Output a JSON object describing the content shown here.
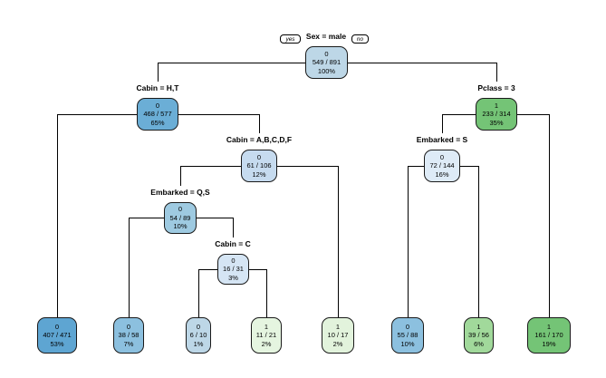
{
  "diagram": {
    "type": "decision-tree",
    "dataset_hint": "Titanic survival rpart tree",
    "edge_labels": {
      "yes": "yes",
      "no": "no"
    }
  },
  "nodes": [
    {
      "id": "root",
      "split": "Sex = male",
      "class": "0",
      "count": "549 / 891",
      "pct": "100%",
      "color": "#BDD7E7"
    },
    {
      "id": "cabin-ht",
      "split": "Cabin = H,T",
      "class": "0",
      "count": "468 / 577",
      "pct": "65%",
      "color": "#6BAED6"
    },
    {
      "id": "pclass-3",
      "split": "Pclass = 3",
      "class": "1",
      "count": "233 / 314",
      "pct": "35%",
      "color": "#74C476"
    },
    {
      "id": "cabin-abcdf",
      "split": "Cabin = A,B,C,D,F",
      "class": "0",
      "count": "61 / 106",
      "pct": "12%",
      "color": "#C6DBEF"
    },
    {
      "id": "embarked-s",
      "split": "Embarked = S",
      "class": "0",
      "count": "72 / 144",
      "pct": "16%",
      "color": "#DEEBF7"
    },
    {
      "id": "embarked-qs",
      "split": "Embarked = Q,S",
      "class": "0",
      "count": "54 / 89",
      "pct": "10%",
      "color": "#9ECAE1"
    },
    {
      "id": "cabin-c",
      "split": "Cabin = C",
      "class": "0",
      "count": "16 / 31",
      "pct": "3%",
      "color": "#D5E5F4"
    },
    {
      "id": "leaf-1",
      "split": null,
      "class": "0",
      "count": "407 / 471",
      "pct": "53%",
      "color": "#5EA5D2"
    },
    {
      "id": "leaf-2",
      "split": null,
      "class": "0",
      "count": "38 / 58",
      "pct": "7%",
      "color": "#8CC0DF"
    },
    {
      "id": "leaf-3",
      "split": null,
      "class": "0",
      "count": "6 / 10",
      "pct": "1%",
      "color": "#BDD7E7"
    },
    {
      "id": "leaf-4",
      "split": null,
      "class": "1",
      "count": "11 / 21",
      "pct": "2%",
      "color": "#E5F5E0"
    },
    {
      "id": "leaf-5",
      "split": null,
      "class": "1",
      "count": "10 / 17",
      "pct": "2%",
      "color": "#E2F3DC"
    },
    {
      "id": "leaf-6",
      "split": null,
      "class": "0",
      "count": "55 / 88",
      "pct": "10%",
      "color": "#8CC0DF"
    },
    {
      "id": "leaf-7",
      "split": null,
      "class": "1",
      "count": "39 / 56",
      "pct": "6%",
      "color": "#A1D99B"
    },
    {
      "id": "leaf-8",
      "split": null,
      "class": "1",
      "count": "161 / 170",
      "pct": "19%",
      "color": "#74C476"
    }
  ],
  "edges": [
    {
      "from": "root",
      "to": "cabin-ht",
      "branch": "yes"
    },
    {
      "from": "root",
      "to": "pclass-3",
      "branch": "no"
    },
    {
      "from": "cabin-ht",
      "to": "leaf-1",
      "branch": "yes"
    },
    {
      "from": "cabin-ht",
      "to": "cabin-abcdf",
      "branch": "no"
    },
    {
      "from": "cabin-abcdf",
      "to": "embarked-qs",
      "branch": "yes"
    },
    {
      "from": "cabin-abcdf",
      "to": "leaf-5",
      "branch": "no"
    },
    {
      "from": "embarked-qs",
      "to": "leaf-2",
      "branch": "yes"
    },
    {
      "from": "embarked-qs",
      "to": "cabin-c",
      "branch": "no"
    },
    {
      "from": "cabin-c",
      "to": "leaf-3",
      "branch": "yes"
    },
    {
      "from": "cabin-c",
      "to": "leaf-4",
      "branch": "no"
    },
    {
      "from": "pclass-3",
      "to": "embarked-s",
      "branch": "yes"
    },
    {
      "from": "pclass-3",
      "to": "leaf-8",
      "branch": "no"
    },
    {
      "from": "embarked-s",
      "to": "leaf-6",
      "branch": "yes"
    },
    {
      "from": "embarked-s",
      "to": "leaf-7",
      "branch": "no"
    }
  ]
}
